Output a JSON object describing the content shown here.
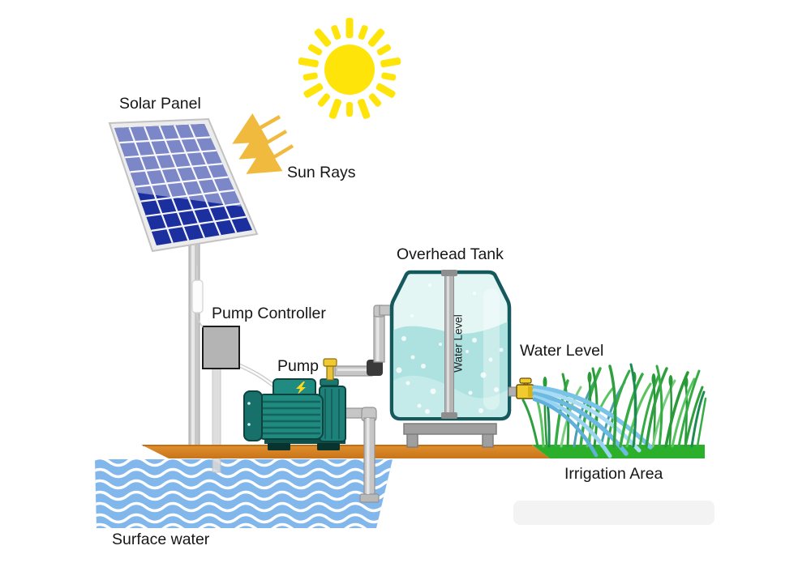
{
  "labels": {
    "solar_panel": "Solar Panel",
    "sun_rays": "Sun Rays",
    "pump_controller": "Pump Controller",
    "pump": "Pump",
    "overhead_tank": "Overhead Tank",
    "water_level": "Water Level",
    "tank_gauge": "Water Level",
    "irrigation_area": "Irrigation Area",
    "surface_water": "Surface water"
  },
  "colors": {
    "sun_yellow": "#FFE40A",
    "ray_arrow_gold": "#F0BA3E",
    "panel_cell_blue": "#1C2F9E",
    "panel_reflection_blue": "#8D96CF",
    "pump_teal": "#1D837A",
    "tank_outline_teal": "#15595C",
    "tank_water_aqua": "#AEE2E0",
    "spray_blue": "#79C3E8",
    "surface_water_blue": "#82B7EC",
    "ground_brown": "#D9821E",
    "irrigation_green": "#2CB02C",
    "grass_green": "#35AB44",
    "valve_yellow": "#F0CB2F",
    "pipe_gray": "#C6C6C6",
    "label_text": "#161616"
  }
}
